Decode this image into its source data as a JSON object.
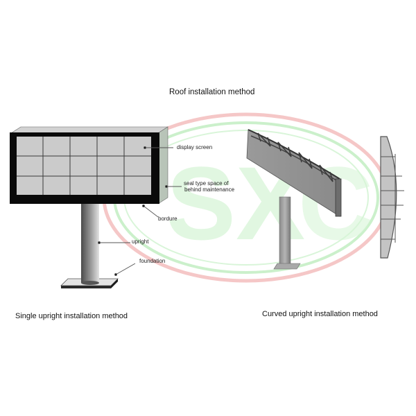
{
  "diagram": {
    "title": "Roof installation method",
    "watermark": {
      "text": "SXC",
      "ring_outer_color": "#f2b3b3",
      "ring_inner_color": "#b8eab8",
      "letter_color": "#c9f2c9"
    },
    "single_upright": {
      "caption": "Single upright installation method",
      "grid": {
        "columns": 5,
        "rows": 3
      },
      "callouts": {
        "display_screen": "display screen",
        "seal_space_line1": "seal type space of",
        "seal_space_line2": "behind maintenance",
        "bordure": "bordure",
        "upright": "upright",
        "foundation": "foundation"
      }
    },
    "curved_upright": {
      "caption": "Curved upright installation method"
    },
    "colors": {
      "panel_fill": "#c8c8c8",
      "border_black": "#0a0a0a",
      "side_fill": "#b9c2b9",
      "pole_dark": "#5a5a5a",
      "pole_light": "#d8d8d8",
      "text": "#222222"
    }
  }
}
